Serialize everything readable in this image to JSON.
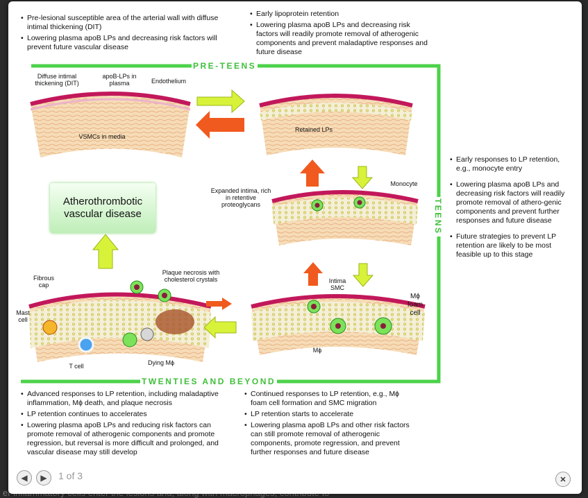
{
  "backdrop": {
    "bottom_text": "er inflammatory cells enter the lesions and, along with macrophages, contribute to"
  },
  "stages": {
    "pre_teens": "PRE-TEENS",
    "teens": "TEENS",
    "twenties": "TWENTIES AND BEYOND"
  },
  "notes": {
    "top_left": [
      "Pre-lesional susceptible area of the arterial wall with diffuse intimal thickening (DIT)",
      "Lowering plasma apoB LPs and decreasing risk factors will prevent future vascular disease"
    ],
    "top_right": [
      "Early lipoprotein retention",
      "Lowering plasma apoB LPs and decreasing risk factors will readily promote removal of atherogenic components and prevent maladaptive responses and future disease"
    ],
    "right": [
      "Early responses to LP retention, e.g., monocyte entry",
      "Lowering plasma apoB LPs and decreasing risk factors will readily promote removal of athero-genic components and prevent further responses and future disease",
      "Future strategies to prevent LP retention are likely to be most feasible up to this stage"
    ],
    "bottom_left": [
      "Advanced responses to LP retention, including maladaptive inflammation, Mϕ death, and plaque necrosis",
      "LP retention continues to accelerates",
      "Lowering plasma apoB LPs and reducing risk factors can promote removal of atherogenic components and promote regression, but reversal is more difficult and prolonged, and vascular disease may still develop"
    ],
    "bottom_right": [
      "Continued responses to LP retention, e.g., Mϕ foam cell formation and SMC migration",
      "LP retention starts to accelerate",
      "Lowering plasma apoB LPs and other risk factors can still promote removal of atherogenic components, promote regression, and prevent further responses and future disease"
    ]
  },
  "labels": {
    "dit": "Diffuse intimal thickening (DIT)",
    "apob": "apoB-LPs in plasma",
    "endothelium": "Endothelium",
    "vsmcs": "VSMCs in media",
    "retained": "Retained LPs",
    "monocyte": "Monocyte",
    "expanded": "Expanded intima, rich in retentive proteoglycans",
    "athero": "Atherothrombotic vascular disease",
    "fibrous": "Fibrous cap",
    "necrosis": "Plaque necrosis with cholesterol crystals",
    "mast": "Mast cell",
    "tcell": "T cell",
    "dying": "Dying Mϕ",
    "intima_smc": "Intima SMC",
    "foam": "Mϕ foam cell",
    "mphi": "Mϕ"
  },
  "colors": {
    "stage_green": "#4cd24a",
    "arrow_yellow": "#d8f23a",
    "arrow_orange": "#f05a1e",
    "endothelium": "#c2185b",
    "media": "#f3d2a6"
  },
  "pager": {
    "count": "1 of 3",
    "prev_icon": "arrow-left-icon",
    "next_icon": "arrow-right-icon",
    "close_icon": "close-icon"
  }
}
